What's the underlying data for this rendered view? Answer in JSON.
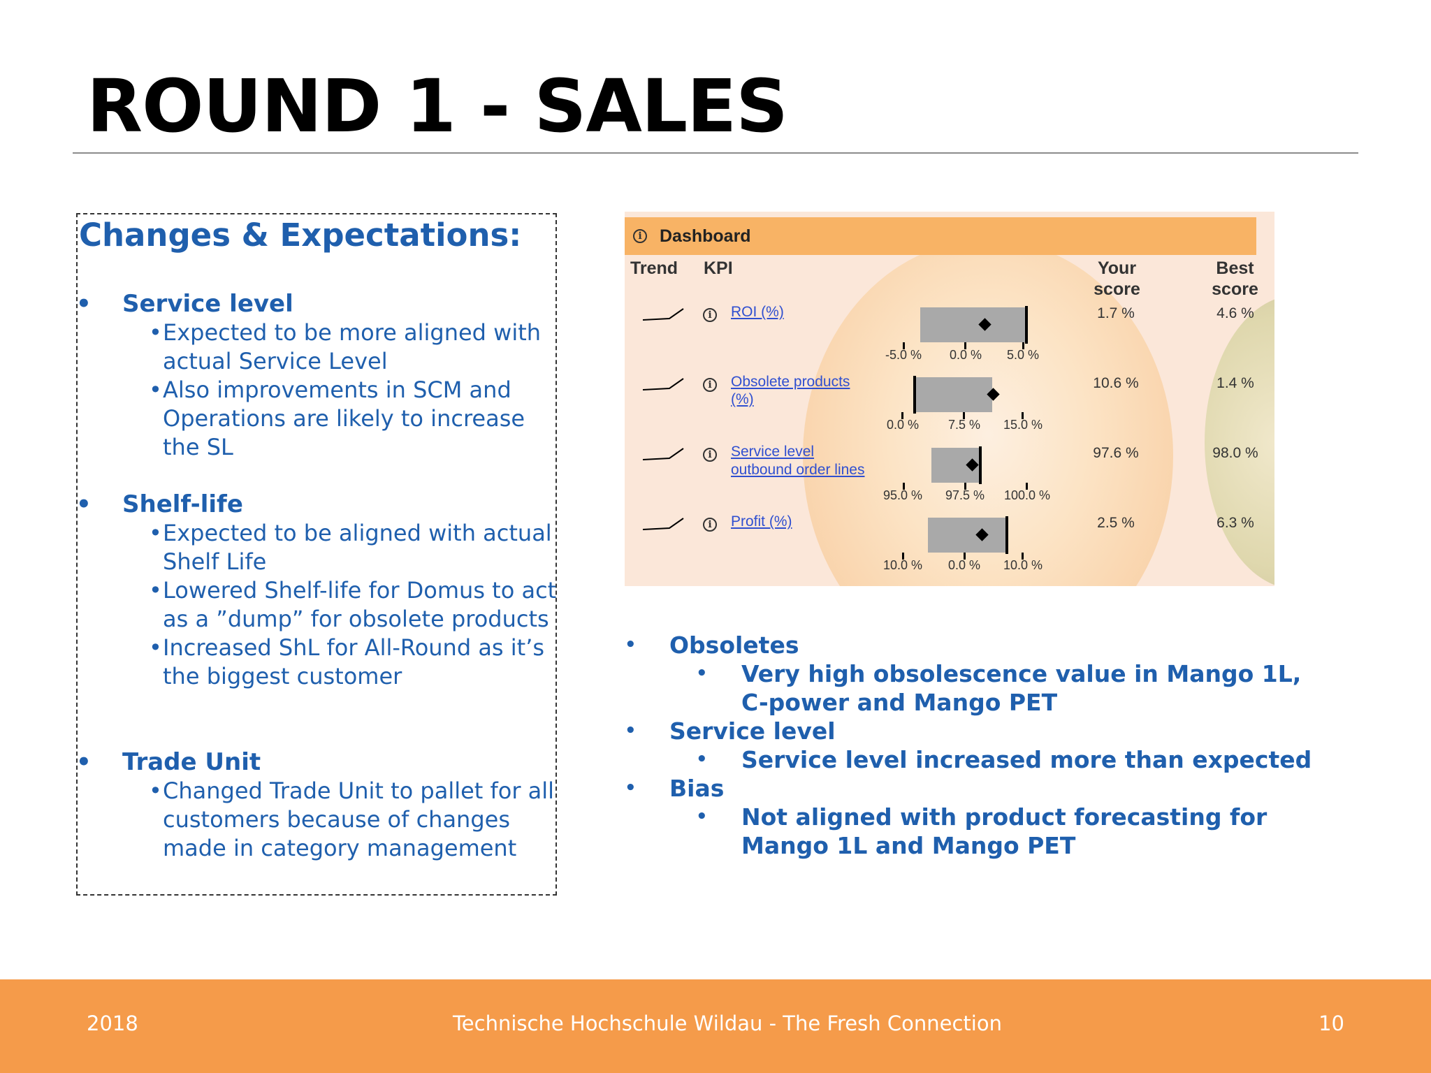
{
  "slide": {
    "title": "ROUND 1 - SALES"
  },
  "left_panel": {
    "heading": "Changes & Expectations:",
    "bullet": "•",
    "sub_bullet": "•",
    "sections": [
      {
        "title": "Service level",
        "items": [
          "Expected to be more aligned with actual Service Level",
          "Also improvements in SCM and Operations are likely to increase the SL"
        ]
      },
      {
        "title": "Shelf-life",
        "items": [
          "Expected to be aligned with actual Shelf Life",
          "Lowered Shelf-life for Domus to act as a ”dump” for obsolete products",
          "Increased ShL for All-Round as it’s the biggest customer"
        ]
      },
      {
        "title": "Trade Unit",
        "items": [
          "Changed Trade Unit to pallet for all customers because of changes made in category management"
        ]
      }
    ]
  },
  "dashboard": {
    "title": "Dashboard",
    "info_glyph": "i",
    "columns": {
      "trend": "Trend",
      "kpi": "KPI",
      "your_score": "Your score",
      "best_score": "Best score"
    },
    "colors": {
      "header": "#f8b365",
      "bar": "#a9a9a9",
      "link": "#2f4fd0"
    },
    "rows": [
      {
        "kpi": [
          "ROI (%)"
        ],
        "your_score": "1.7 %",
        "best_score": "4.6 %",
        "ticks": [
          "-5.0 %",
          "0.0 %",
          "5.0 %"
        ]
      },
      {
        "kpi": [
          "Obsolete products",
          "(%)"
        ],
        "your_score": "10.6 %",
        "best_score": "1.4 %",
        "ticks": [
          "0.0 %",
          "7.5 %",
          "15.0 %"
        ]
      },
      {
        "kpi": [
          "Service level",
          "outbound order lines"
        ],
        "your_score": "97.6 %",
        "best_score": "98.0 %",
        "ticks": [
          "95.0 %",
          "97.5 %",
          "100.0 %"
        ]
      },
      {
        "kpi": [
          "Profit (%)"
        ],
        "your_score": "2.5 %",
        "best_score": "6.3 %",
        "ticks": [
          "10.0 %",
          "0.0 %",
          "10.0 %"
        ]
      }
    ]
  },
  "right_list": {
    "bullet": "•",
    "items": [
      {
        "title": "Obsoletes",
        "subs": [
          [
            "Very high obsolescence value in Mango 1L,",
            "C-power and Mango PET"
          ]
        ]
      },
      {
        "title": "Service level",
        "subs": [
          [
            "Service level increased more than expected"
          ]
        ]
      },
      {
        "title": "Bias",
        "subs": [
          [
            "Not aligned with product forecasting for",
            "Mango 1L and Mango PET"
          ]
        ]
      }
    ]
  },
  "footer": {
    "year": "2018",
    "center": "Technische Hochschule Wildau - The Fresh Connection",
    "page": "10"
  }
}
